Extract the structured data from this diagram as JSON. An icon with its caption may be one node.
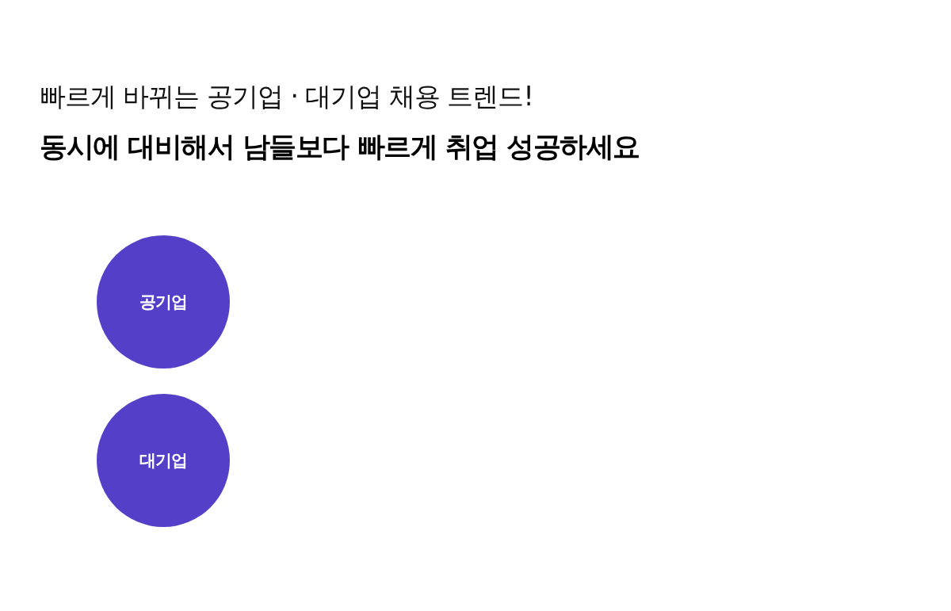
{
  "diagram": {
    "title": "빠르게 바뀌는 공기업 · 대기업 채용 트렌드!",
    "nodes": [
      {
        "text": [
          "공기업"
        ]
      },
      {
        "text": [
          "대기업"
        ]
      }
    ],
    "labels": [
      "동시에 대비해서 남들보다 빠르게 취업 성공하세요"
    ]
  }
}
